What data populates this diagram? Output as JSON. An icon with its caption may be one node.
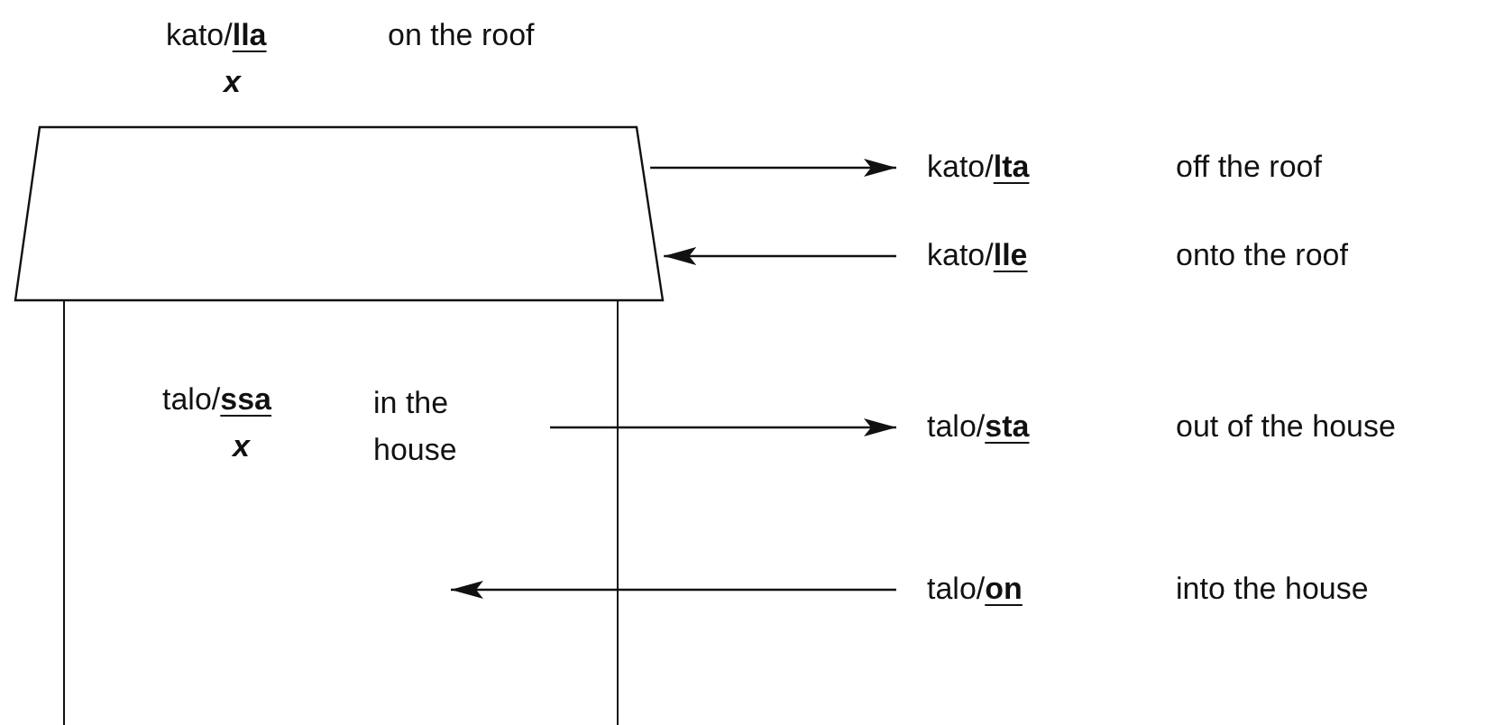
{
  "diagram": {
    "nodes": [
      {
        "text": [],
        "shape": "trapezoid"
      },
      {
        "text": [],
        "shape": "box"
      },
      {
        "text": [
          "kato/**lta**"
        ],
        "beside": [
          "off the roof"
        ]
      },
      {
        "text": [
          "kato/**lle**"
        ],
        "beside": [
          "onto the roof"
        ]
      },
      {
        "text": [
          "talo/**sta**"
        ],
        "beside": [
          "out of the house"
        ]
      },
      {
        "text": [
          "talo/**on**"
        ],
        "beside": [
          "into the house"
        ]
      }
    ],
    "edges": [
      {
        "from": 0,
        "to": 2,
        "arrow": "to"
      },
      {
        "from": 3,
        "to": 0,
        "arrow": "to"
      },
      {
        "from": 1,
        "to": 4,
        "arrow": "to"
      },
      {
        "from": 5,
        "to": 1,
        "arrow": "to"
      }
    ],
    "labels": [
      "kato/**lla**",
      "x",
      "on the roof",
      "talo/**ssa**",
      "x",
      "in the house"
    ]
  }
}
